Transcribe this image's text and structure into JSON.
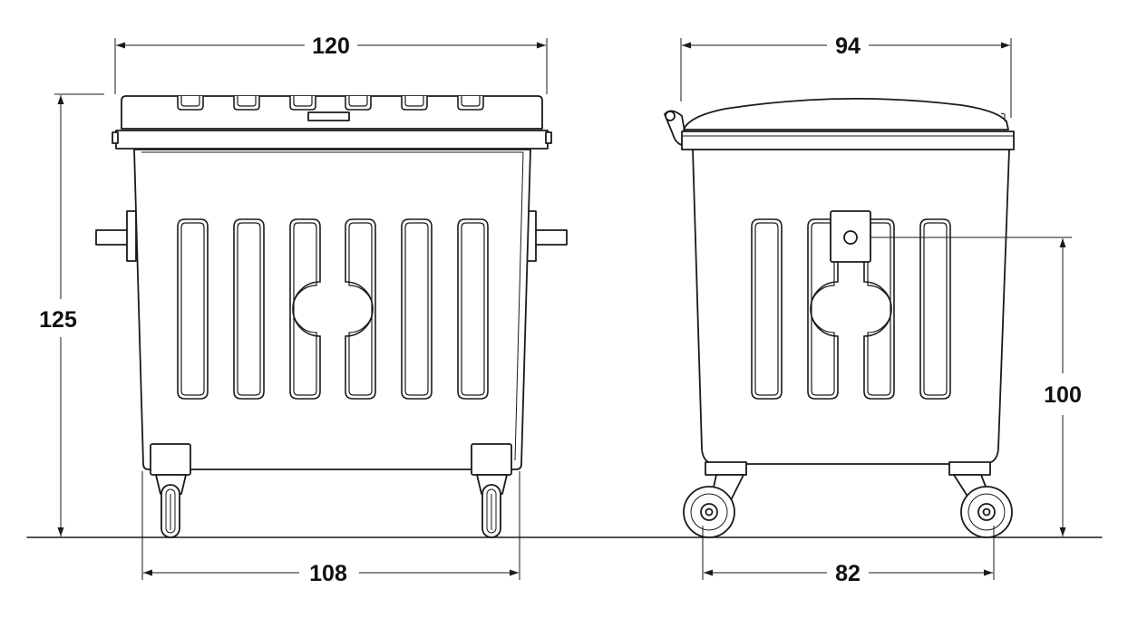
{
  "dimensions": {
    "front_width": "120",
    "front_height": "125",
    "front_wheelbase": "108",
    "side_width": "94",
    "side_pedal_height": "100",
    "side_wheelbase": "82"
  },
  "colors": {
    "stroke": "#1a1a1a",
    "background": "#ffffff",
    "text": "#111111"
  }
}
